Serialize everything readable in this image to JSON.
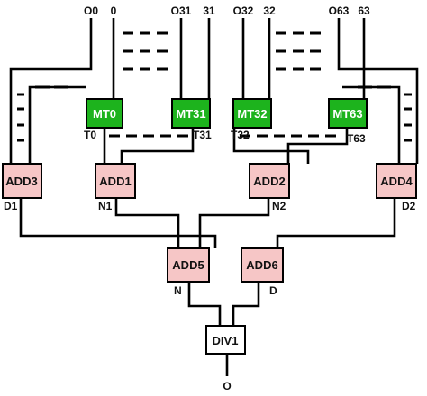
{
  "inputs": {
    "o0": "O0",
    "zero": "0",
    "o31": "O31",
    "in31": "31",
    "o32": "O32",
    "in32": "32",
    "o63": "O63",
    "in63": "63"
  },
  "mt_blocks": {
    "mt0": "MT0",
    "mt31": "MT31",
    "mt32": "MT32",
    "mt63": "MT63"
  },
  "mt_outputs": {
    "t0": "T0",
    "t31": "T31",
    "t32": "T32",
    "t63": "T63"
  },
  "adders": {
    "add3": "ADD3",
    "add1": "ADD1",
    "add2": "ADD2",
    "add4": "ADD4",
    "add5": "ADD5",
    "add6": "ADD6"
  },
  "adder_outputs": {
    "d1": "D1",
    "n1": "N1",
    "n2": "N2",
    "d2": "D2",
    "n": "N",
    "d": "D"
  },
  "divider": {
    "label": "DIV1",
    "output": "O"
  },
  "colors": {
    "mt_fill": "#1db31d",
    "adder_fill": "#f6c6c6",
    "divider_fill": "#ffffff",
    "wire": "#000000"
  }
}
